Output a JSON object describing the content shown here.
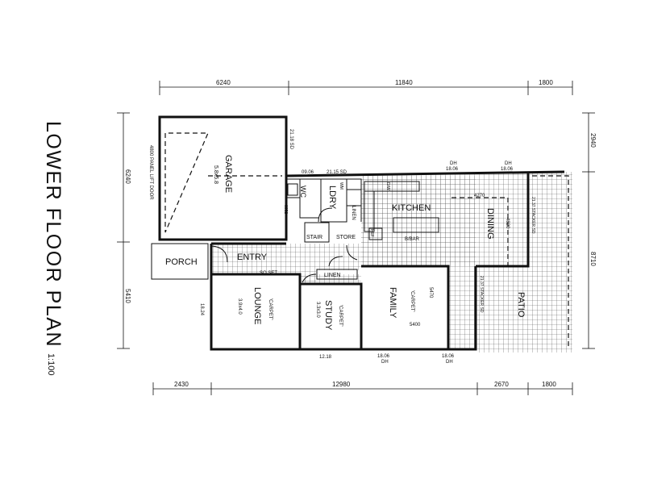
{
  "title": {
    "main": "LOWER FLOOR PLAN",
    "scale": "1:100"
  },
  "dimensions": {
    "top": [
      "6240",
      "11840",
      "1800"
    ],
    "bottom": [
      "2430",
      "12980",
      "2670",
      "1800"
    ],
    "left": [
      "6240",
      "5410"
    ],
    "right": [
      "2940",
      "8710"
    ]
  },
  "rooms": {
    "garage": "GARAGE",
    "garage_size": "5.8x5.8",
    "porch": "PORCH",
    "entry": "ENTRY",
    "lounge": "LOUNGE",
    "lounge_floor": "'CARPET'",
    "lounge_size": "3.9x4.0",
    "study": "STUDY",
    "study_floor": "'CARPET'",
    "study_size": "3.3x3.0",
    "family": "FAMILY",
    "family_floor": "'CARPET'",
    "kitchen": "KITCHEN",
    "dining": "DINING",
    "patio": "PATIO",
    "ldry": "LDRY",
    "wc": "WC",
    "linen_hall": "LINEN",
    "linen": "LINEN",
    "store": "STORE",
    "stair": "STAIR"
  },
  "annotations": {
    "garage_door": "4800 PANEL LIFT DOOR",
    "sd_21_18": "21.18 SD",
    "w_09_06": "09.06",
    "sd_21_15": "21.15 SD",
    "dh_left": "DH",
    "dh_left_code": "18.06",
    "dh_right": "DH",
    "dh_right_code": "18.06",
    "wm": "WM",
    "dw": "D/W",
    "ref": "REF",
    "bbar": "B/BAR",
    "k4270": "4270",
    "k4820": "4820",
    "stacker_top": "21.37 STACKER SD",
    "stacker_bottom": "21.37 STACKER SD",
    "sq_set": "SQ SET",
    "w1824": "18.24",
    "w5470": "5470",
    "w5400": "5400",
    "w1218": "12.18",
    "dh_b1_code": "18.06",
    "dh_b1": "DH",
    "dh_b2_code": "18.06",
    "dh_b2": "DH",
    "k0952": "0952"
  }
}
